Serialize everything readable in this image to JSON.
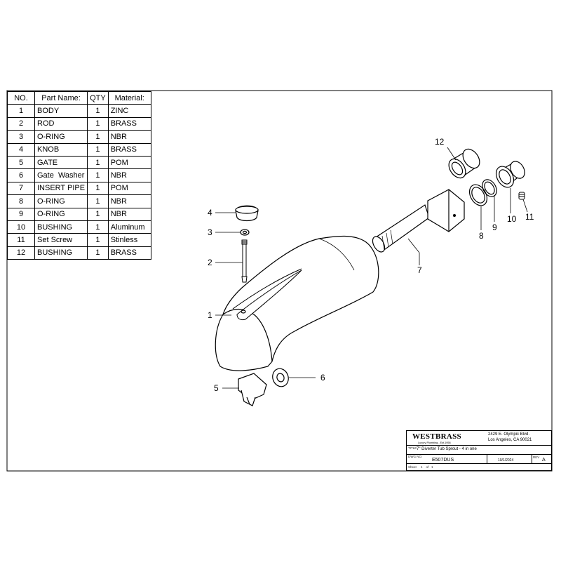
{
  "parts_table": {
    "headers": [
      "NO.",
      "Part Name:",
      "QTY",
      "Material:"
    ],
    "rows": [
      [
        "1",
        "BODY",
        "1",
        "ZINC"
      ],
      [
        "2",
        "ROD",
        "1",
        "BRASS"
      ],
      [
        "3",
        "O-RING",
        "1",
        "NBR"
      ],
      [
        "4",
        "KNOB",
        "1",
        "BRASS"
      ],
      [
        "5",
        "GATE",
        "1",
        "POM"
      ],
      [
        "6",
        "Gate  Washer",
        "1",
        "NBR"
      ],
      [
        "7",
        "INSERT PIPE",
        "1",
        "POM"
      ],
      [
        "8",
        "O-RING",
        "1",
        "NBR"
      ],
      [
        "9",
        "O-RING",
        "1",
        "NBR"
      ],
      [
        "10",
        "BUSHING",
        "1",
        "Aluminum"
      ],
      [
        "11",
        "Set Screw",
        "1",
        "Stinless"
      ],
      [
        "12",
        "BUSHING",
        "1",
        "BRASS"
      ]
    ]
  },
  "callouts": {
    "c1": "1",
    "c2": "2",
    "c3": "3",
    "c4": "4",
    "c5": "5",
    "c6": "6",
    "c7": "7",
    "c8": "8",
    "c9": "9",
    "c10": "10",
    "c11": "11",
    "c12": "12"
  },
  "title_block": {
    "company": "WESTBRASS",
    "tagline": "Luxury Plumbing - Est.1958",
    "address_line1": "2429 E. Olympic Blvd.",
    "address_line2": "Los Angeles, CA 90021",
    "title_label": "TITLE",
    "title": "7\" Diverter Tub Sprout - 4 in one",
    "dwg_label": "DWG NO.",
    "dwg_no": "E507DUS",
    "date": "10/1/2024",
    "rev_label": "REV",
    "rev": "A",
    "sheet_label": "Sheet",
    "sheet_value": "1    of   1"
  }
}
